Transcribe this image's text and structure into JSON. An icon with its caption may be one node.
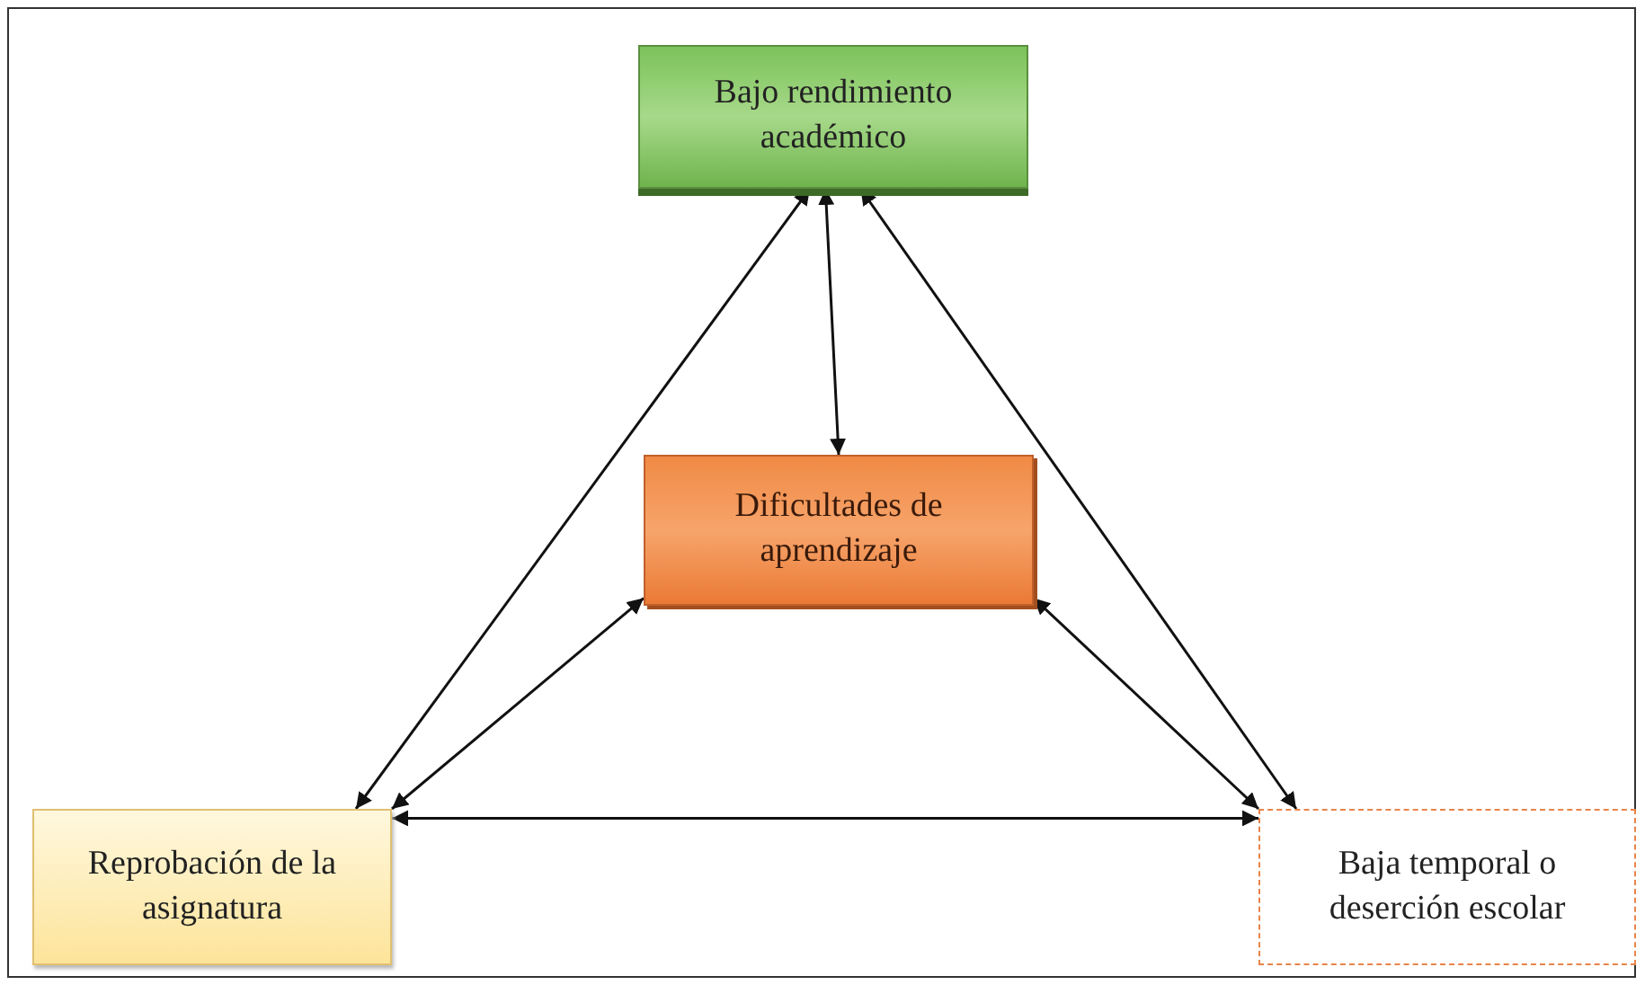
{
  "diagram": {
    "nodes": [
      {
        "text": [
          "Bajo rendimiento académico"
        ]
      },
      {
        "text": [
          "Dificultades de aprendizaje"
        ]
      },
      {
        "text": [
          "Reprobación de la asignatura"
        ]
      },
      {
        "text": [
          "Baja temporal o deserción escolar"
        ]
      }
    ],
    "edges": [
      {
        "from": 0,
        "to": 1,
        "arrow": "both"
      },
      {
        "from": 0,
        "to": 2,
        "arrow": "both"
      },
      {
        "from": 0,
        "to": 3,
        "arrow": "both"
      },
      {
        "from": 1,
        "to": 2,
        "arrow": "both"
      },
      {
        "from": 1,
        "to": 3,
        "arrow": "both"
      },
      {
        "from": 2,
        "to": 3,
        "arrow": "both"
      }
    ]
  }
}
